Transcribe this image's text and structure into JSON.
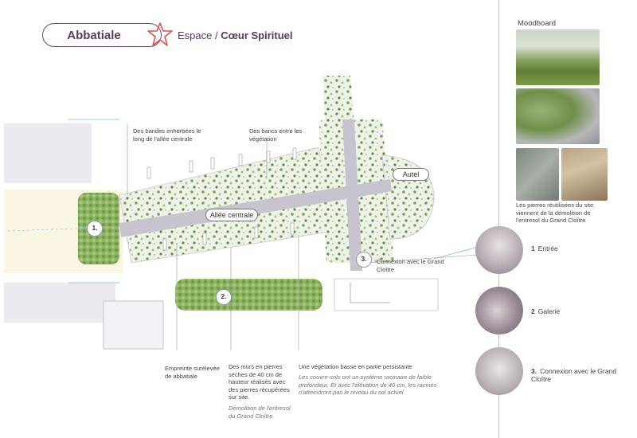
{
  "header": {
    "title": "Abbatiale",
    "espace": "Espace /",
    "espace_name": "Cœur Spirituel"
  },
  "colors": {
    "accent": "#5a3a60",
    "star": "#d9534f",
    "path": "#c7c3cf",
    "vegetation": "#7aa05a"
  },
  "moodboard": {
    "title": "Moodboard",
    "caption": "Les pierres réutilisées du site viennent de la démolition de l'entresol du Grand Cloître"
  },
  "plan": {
    "allee_label": "Allée centrale",
    "autel_label": "Autel",
    "markers": [
      "1.",
      "2.",
      "3."
    ]
  },
  "annotations": {
    "bandes": "Des bandes enherbées le long de l'allée centrale",
    "bancs": "Des bancs entre les végétation",
    "connexion": "Connexion avec le Grand Cloître",
    "empreinte": "Empreinte surélevée de abbatiale",
    "murs": "Des murs en pierres sèches de 40 cm de hauteur réalisés avec des pierres récupérées sur site.",
    "demolition": "Démolition de l'entresol du Grand Cloître",
    "vegetation": "Une végétation basse en partie persistante",
    "couvre_sols": "Les couvre-sols ont un système racinaire de faible profondeur. Et avec l'élévation de 40 cm, les racines n'atteindront pas le niveau du sol actuel"
  },
  "steps": [
    {
      "num": "1",
      "label": "Entrée"
    },
    {
      "num": "2",
      "label": "Galerie"
    },
    {
      "num": "3.",
      "label": "Connexion avec le Grand Cloître"
    }
  ]
}
